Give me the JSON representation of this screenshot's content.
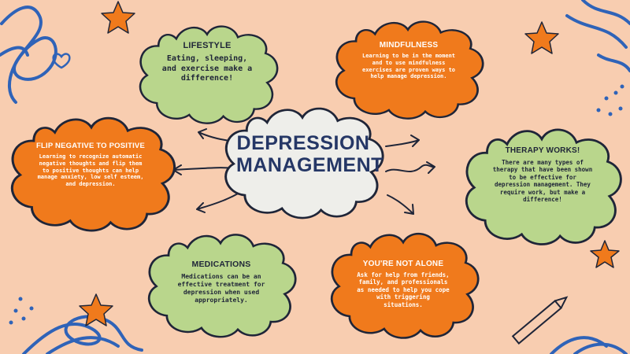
{
  "center": {
    "title_line1": "DEPRESSION",
    "title_line2": "MANAGEMENT"
  },
  "nodes": [
    {
      "id": "lifestyle",
      "title": "LIFESTYLE",
      "text": "Eating, sleeping, and exercise make a difference!",
      "color": "green"
    },
    {
      "id": "mindfulness",
      "title": "MINDFULNESS",
      "text": "Learning to be in the moment and to use mindfulness exercises are proven ways to help manage depression.",
      "color": "orange"
    },
    {
      "id": "flip",
      "title": "FLIP NEGATIVE TO POSITIVE",
      "text": "Learning to recognize automatic negative thoughts and flip them to positive thoughts can help manage anxiety, low self esteem, and depression.",
      "color": "orange"
    },
    {
      "id": "therapy",
      "title": "THERAPY WORKS!",
      "text": "There are many types of therapy that have been shown to be effective for depression management. They require work, but make a difference!",
      "color": "green"
    },
    {
      "id": "medications",
      "title": "MEDICATIONS",
      "text": "Medications can be an effective treatment for depression when used appropriately.",
      "color": "green"
    },
    {
      "id": "not-alone",
      "title": "YOU'RE NOT ALONE",
      "text": "Ask for help from friends, family, and professionals as needed to help you cope with triggering situations.",
      "color": "orange"
    }
  ],
  "colors": {
    "background": "#f8cdb0",
    "green": "#b9d68c",
    "orange": "#f07a1c",
    "center_cloud": "#eeeeea",
    "outline": "#1f2538",
    "scribble_blue": "#2f63b8",
    "star_orange": "#f07a1c"
  }
}
